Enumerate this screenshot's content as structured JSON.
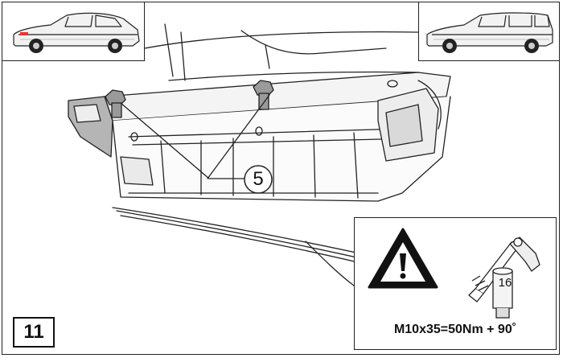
{
  "callout": {
    "part_number": "5"
  },
  "step": {
    "number": "11"
  },
  "tool": {
    "socket_size": "16"
  },
  "torque": {
    "spec": "M10x35=50Nm + 90˚"
  },
  "colors": {
    "line": "#222222",
    "panel_shade": "#d9d9d9",
    "bracket_shade": "#9a9a9a",
    "background": "#ffffff"
  },
  "icons": [
    "car-sedan-icon",
    "car-wagon-icon",
    "warning-triangle-icon",
    "torque-wrench-icon",
    "socket-icon"
  ]
}
